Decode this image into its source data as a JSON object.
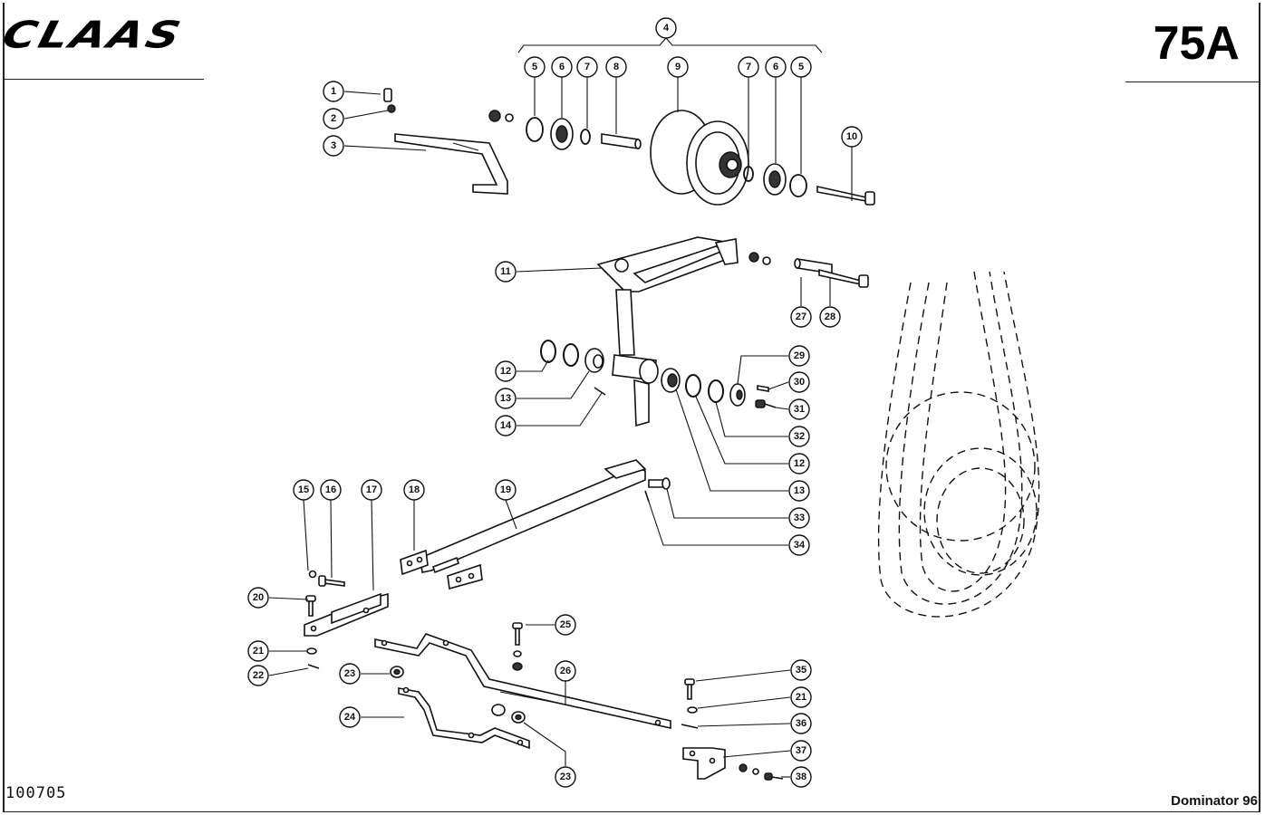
{
  "header": {
    "brand": "CLAAS",
    "page_number": "75A"
  },
  "footer": {
    "document_id": "100705",
    "model": "Dominator 96"
  },
  "callouts": [
    {
      "label": "1"
    },
    {
      "label": "2"
    },
    {
      "label": "3"
    },
    {
      "label": "4"
    },
    {
      "label": "5"
    },
    {
      "label": "6"
    },
    {
      "label": "7"
    },
    {
      "label": "8"
    },
    {
      "label": "9"
    },
    {
      "label": "7"
    },
    {
      "label": "6"
    },
    {
      "label": "5"
    },
    {
      "label": "10"
    },
    {
      "label": "11"
    },
    {
      "label": "27"
    },
    {
      "label": "28"
    },
    {
      "label": "12"
    },
    {
      "label": "13"
    },
    {
      "label": "14"
    },
    {
      "label": "29"
    },
    {
      "label": "30"
    },
    {
      "label": "31"
    },
    {
      "label": "32"
    },
    {
      "label": "12"
    },
    {
      "label": "13"
    },
    {
      "label": "15"
    },
    {
      "label": "16"
    },
    {
      "label": "17"
    },
    {
      "label": "18"
    },
    {
      "label": "19"
    },
    {
      "label": "33"
    },
    {
      "label": "34"
    },
    {
      "label": "20"
    },
    {
      "label": "21"
    },
    {
      "label": "22"
    },
    {
      "label": "23"
    },
    {
      "label": "25"
    },
    {
      "label": "26"
    },
    {
      "label": "24"
    },
    {
      "label": "23"
    },
    {
      "label": "35"
    },
    {
      "label": "21"
    },
    {
      "label": "36"
    },
    {
      "label": "37"
    },
    {
      "label": "38"
    }
  ]
}
